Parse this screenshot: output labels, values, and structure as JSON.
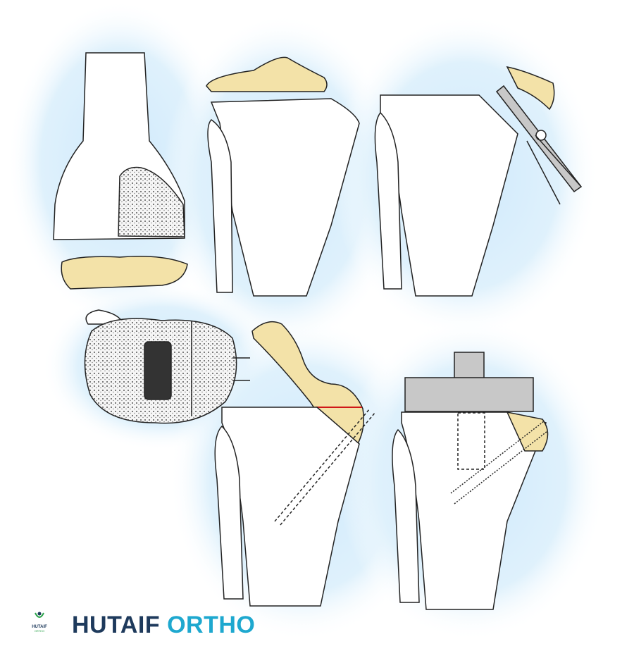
{
  "brand": {
    "name_part1": "HUTAIF",
    "name_part2": "ORTHO",
    "logo_text": "HUTAIF",
    "logo_subtext": "ORTHO",
    "color_primary": "#1e3a5c",
    "color_accent": "#1ea8cf"
  },
  "illustration": {
    "colors": {
      "bone": "#ffffff",
      "graft": "#f3e2a8",
      "glow": "#cfe9fb",
      "implant": "#c8c8c8",
      "cut_line": "#d01818"
    }
  }
}
